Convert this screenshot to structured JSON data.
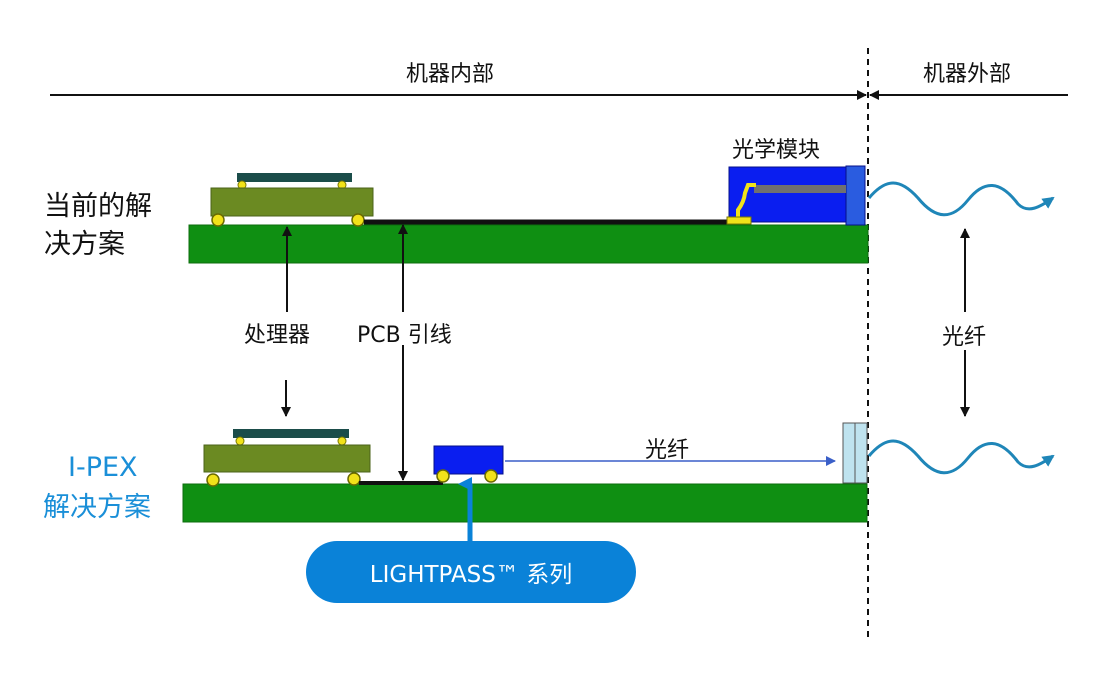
{
  "labels": {
    "inside_machine": "机器内部",
    "outside_machine": "机器外部",
    "optical_module": "光学模块",
    "current_solution": "当前的解\n决方案",
    "processor": "处理器",
    "pcb_trace": "PCB 引线",
    "fiber_right": "光纤",
    "fiber_bottom": "光纤",
    "ipex_brand": "I-PEX",
    "ipex_solution": "解决方案",
    "lightpass": "LIGHTPASS™ 系列"
  },
  "colors": {
    "board_green": "#0f8f12",
    "chip_olive": "#6b8a22",
    "heatsink_teal": "#1b4d4a",
    "solder_yellow": "#f1e21a",
    "module_blue": "#0a1ef0",
    "fiber_teal": "#1f86b8",
    "connector_light": "#bfe3ef",
    "ipex_blue": "#1a8fd8",
    "pill_blue": "#0a82d8",
    "arrow_blue": "#3a5fc8"
  }
}
